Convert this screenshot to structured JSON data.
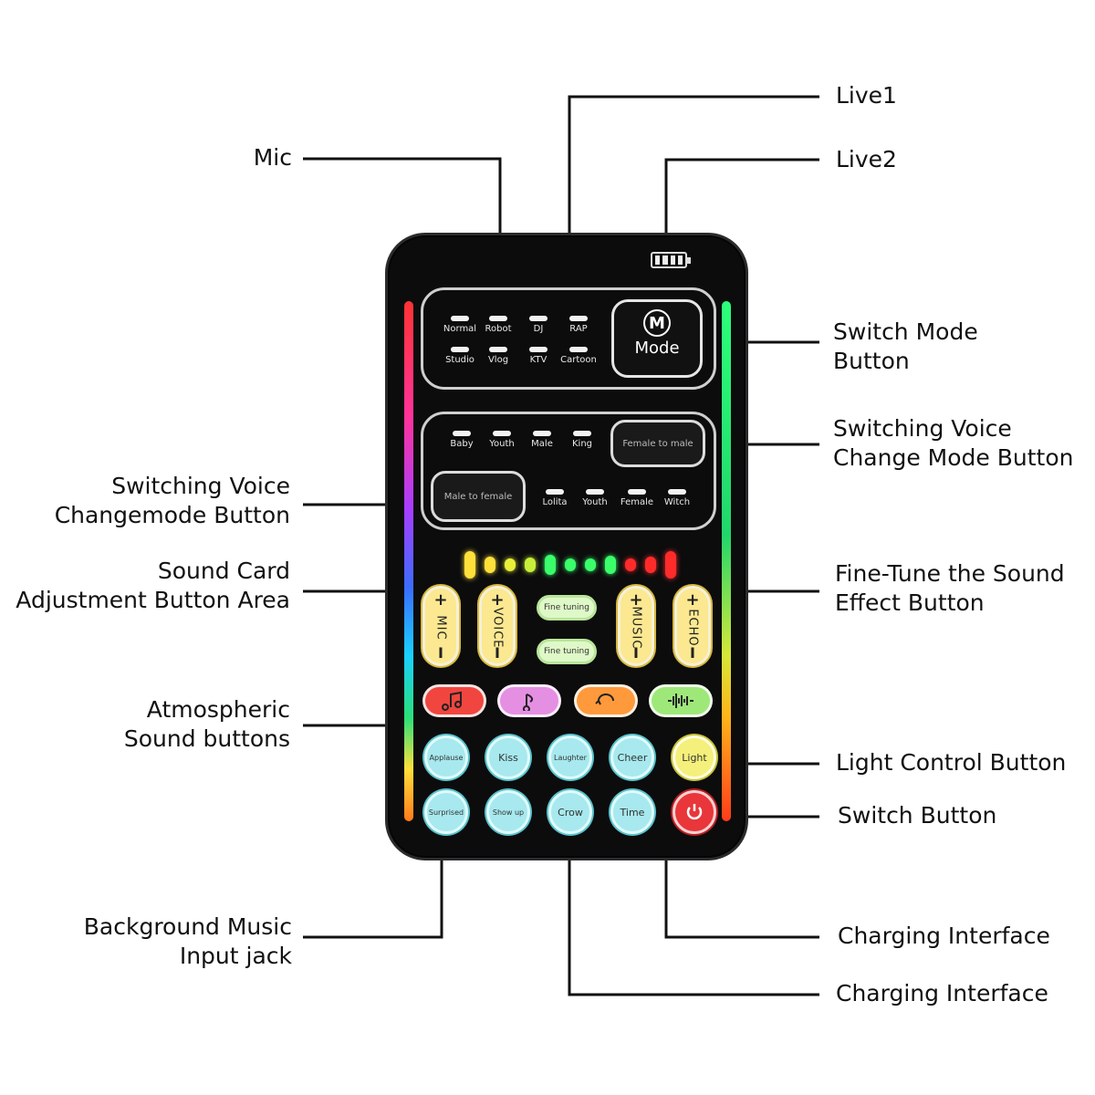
{
  "labels": {
    "mic": "Mic",
    "live1": "Live1",
    "live2": "Live2",
    "switch_mode": "Switch Mode\nButton",
    "switching_voice_right": "Switching Voice\nChange Mode Button",
    "switching_voice_left": "Switching Voice\nChangemode Button",
    "sound_card": "Sound Card\nAdjustment Button Area",
    "fine_tune": "Fine-Tune the Sound\nEffect Button",
    "atmospheric": "Atmospheric\nSound buttons",
    "light_control": "Light Control Button",
    "switch_button": "Switch Button",
    "background_music": "Background Music\nInput jack",
    "charging_1": "Charging Interface",
    "charging_2": "Charging Interface"
  },
  "device": {
    "mode_row1": [
      "Normal",
      "Robot",
      "DJ",
      "RAP"
    ],
    "mode_row2": [
      "Studio",
      "Vlog",
      "KTV",
      "Cartoon"
    ],
    "mode_button": "Mode",
    "mode_icon": "M",
    "voice_row1": [
      "Baby",
      "Youth",
      "Male",
      "King"
    ],
    "voice_row2": [
      "Lolita",
      "Youth",
      "Female",
      "Witch"
    ],
    "female_to_male": "Female to male",
    "male_to_female": "Male to female",
    "knobs": [
      "MIC",
      "VOICE",
      "MUSIC",
      "ECHO"
    ],
    "fine_tuning": [
      "Fine tuning",
      "Fine tuning"
    ],
    "effect_icons": [
      "music-note-icon",
      "note-swirl-icon",
      "loop-icon",
      "waveform-icon"
    ],
    "effect_colors": [
      "#f0463f",
      "#e58fe3",
      "#ff9a3c",
      "#9ee87a"
    ],
    "level_colors": [
      "#ffe03a",
      "#ffe03a",
      "#e8f03a",
      "#c8f03a",
      "#3aff6a",
      "#3aff6a",
      "#3aff6a",
      "#3aff6a",
      "#ff2b2b",
      "#ff2b2b",
      "#ff2b2b"
    ],
    "round_row1": [
      "Applause",
      "Kiss",
      "Laughter",
      "Cheer",
      "Light"
    ],
    "round_row2": [
      "Surprised",
      "Show up",
      "Crow",
      "Time"
    ],
    "power_icon": "power-icon"
  }
}
